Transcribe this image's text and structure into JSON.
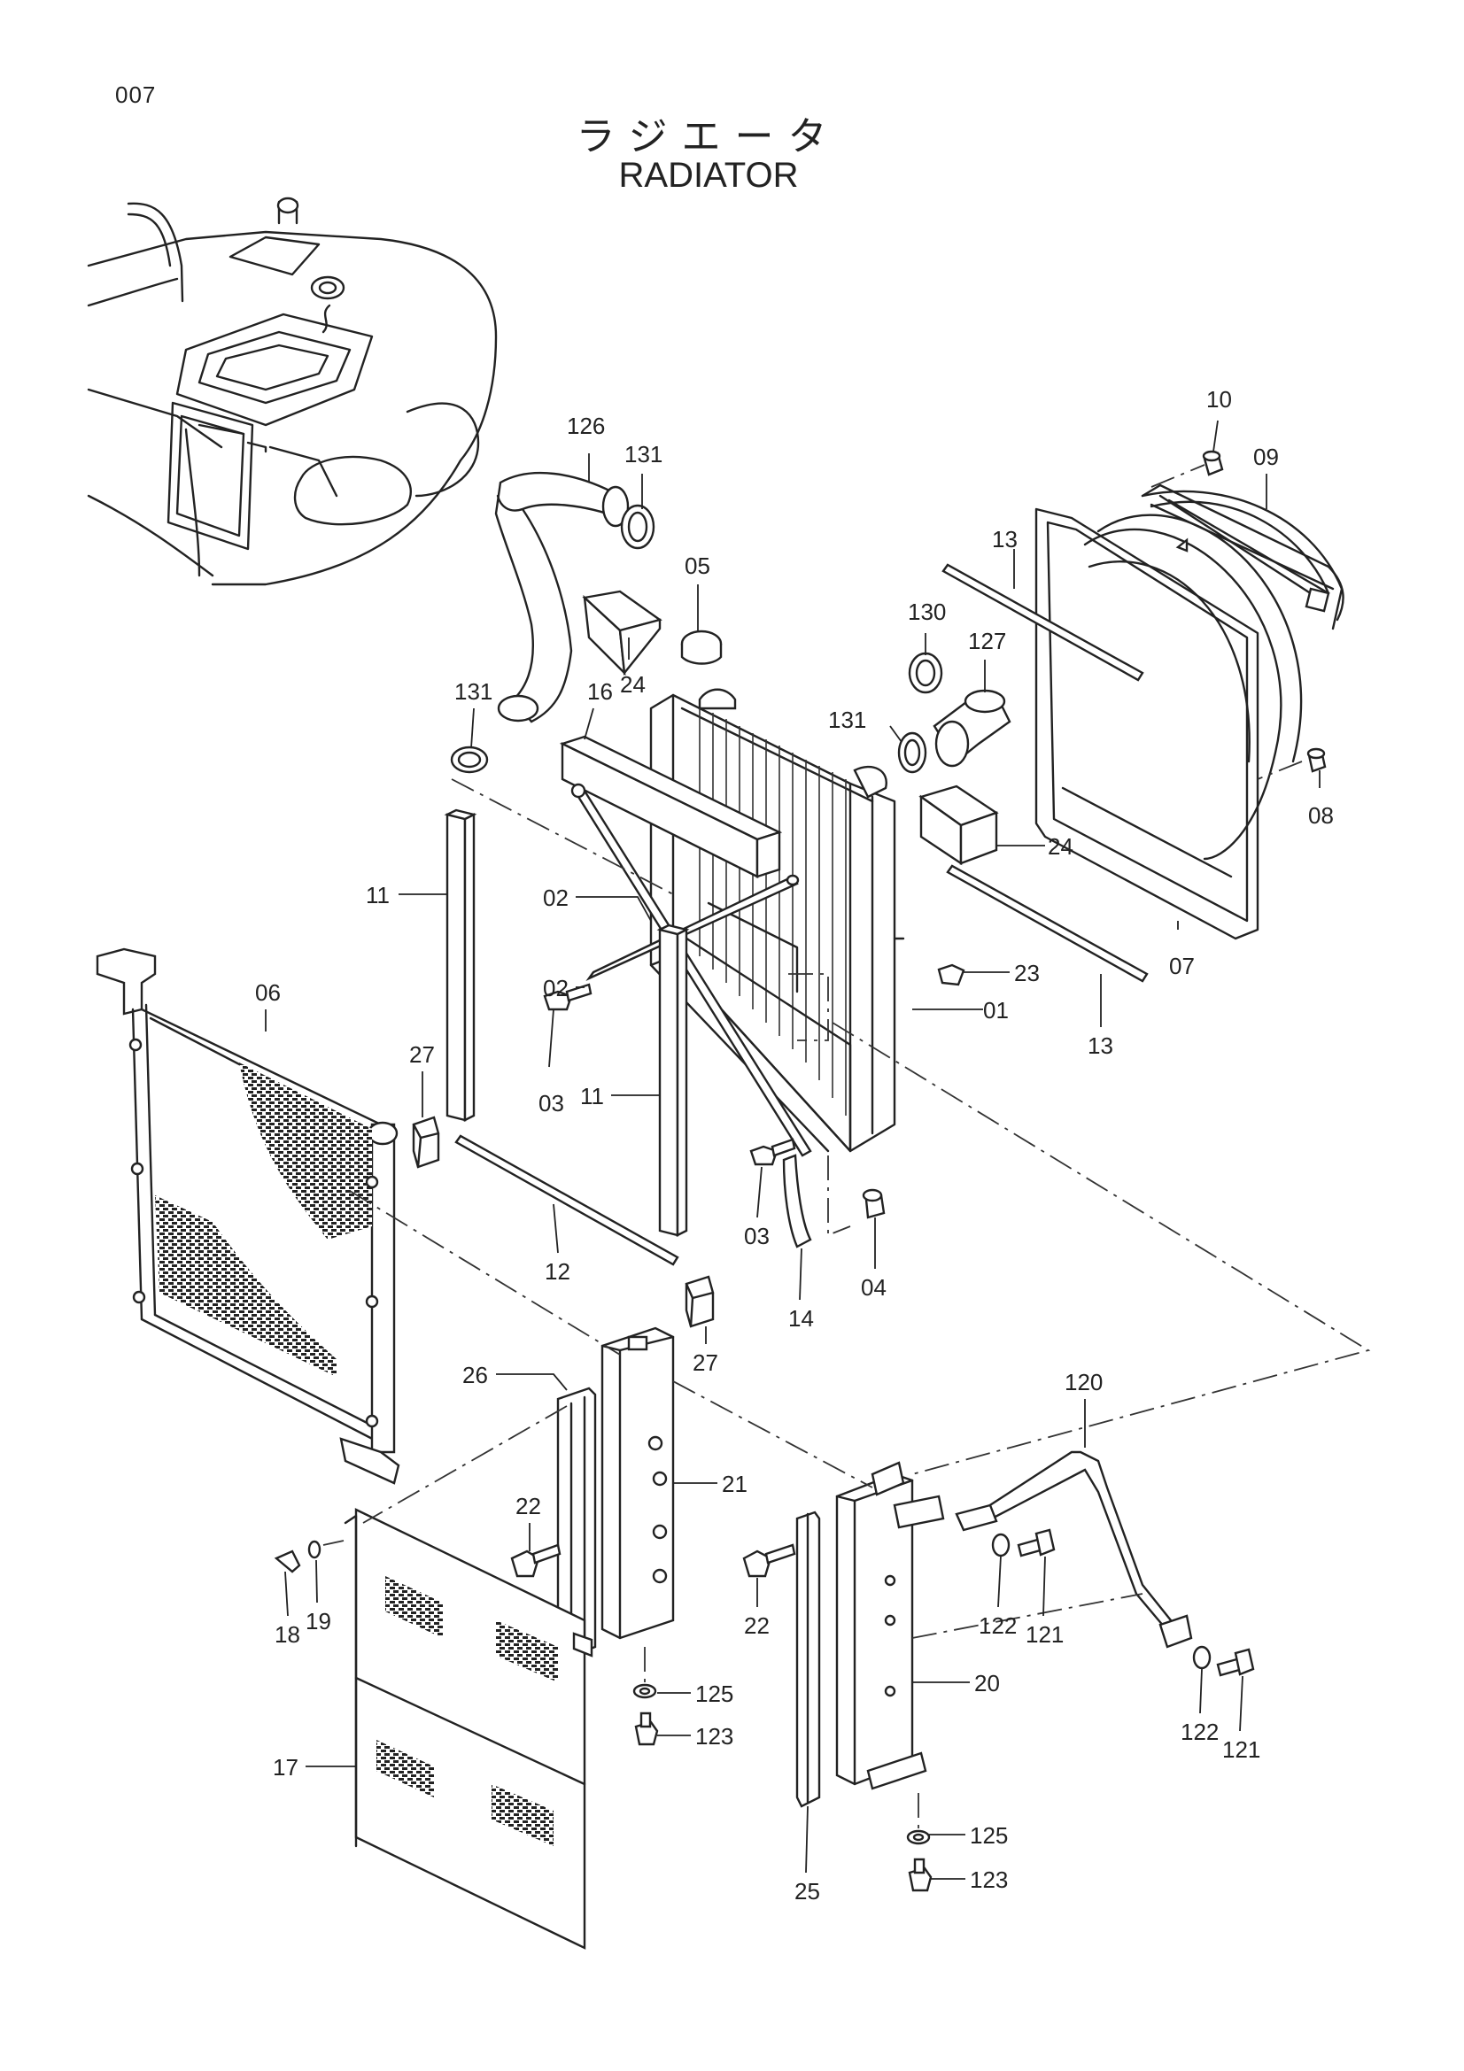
{
  "page_number": "007",
  "title_jp": "ラジエータ",
  "title_en": "RADIATOR",
  "callouts": [
    {
      "id": "c126a",
      "text": "126"
    },
    {
      "id": "c131a",
      "text": "131"
    },
    {
      "id": "c05",
      "text": "05"
    },
    {
      "id": "c10",
      "text": "10"
    },
    {
      "id": "c09",
      "text": "09"
    },
    {
      "id": "c13a",
      "text": "13"
    },
    {
      "id": "c24a",
      "text": "24"
    },
    {
      "id": "c16",
      "text": "16"
    },
    {
      "id": "c131b",
      "text": "131"
    },
    {
      "id": "c130",
      "text": "130"
    },
    {
      "id": "c127",
      "text": "127"
    },
    {
      "id": "c131c",
      "text": "131"
    },
    {
      "id": "c08",
      "text": "08"
    },
    {
      "id": "c24b",
      "text": "24"
    },
    {
      "id": "c11a",
      "text": "11"
    },
    {
      "id": "c02a",
      "text": "02"
    },
    {
      "id": "c07",
      "text": "07"
    },
    {
      "id": "c06",
      "text": "06"
    },
    {
      "id": "c02b",
      "text": "02"
    },
    {
      "id": "c23",
      "text": "23"
    },
    {
      "id": "c27a",
      "text": "27"
    },
    {
      "id": "c03a",
      "text": "03"
    },
    {
      "id": "c11b",
      "text": "11"
    },
    {
      "id": "c01",
      "text": "01"
    },
    {
      "id": "c13b",
      "text": "13"
    },
    {
      "id": "c03b",
      "text": "03"
    },
    {
      "id": "c12",
      "text": "12"
    },
    {
      "id": "c04",
      "text": "04"
    },
    {
      "id": "c14",
      "text": "14"
    },
    {
      "id": "c27b",
      "text": "27"
    },
    {
      "id": "c26",
      "text": "26"
    },
    {
      "id": "c120",
      "text": "120"
    },
    {
      "id": "c21",
      "text": "21"
    },
    {
      "id": "c22a",
      "text": "22"
    },
    {
      "id": "c22b",
      "text": "22"
    },
    {
      "id": "c122a",
      "text": "122"
    },
    {
      "id": "c121a",
      "text": "121"
    },
    {
      "id": "c18",
      "text": "18"
    },
    {
      "id": "c19",
      "text": "19"
    },
    {
      "id": "c125a",
      "text": "125"
    },
    {
      "id": "c20",
      "text": "20"
    },
    {
      "id": "c123a",
      "text": "123"
    },
    {
      "id": "c122b",
      "text": "122"
    },
    {
      "id": "c121b",
      "text": "121"
    },
    {
      "id": "c17",
      "text": "17"
    },
    {
      "id": "c125b",
      "text": "125"
    },
    {
      "id": "c25",
      "text": "25"
    },
    {
      "id": "c123b",
      "text": "123"
    }
  ]
}
